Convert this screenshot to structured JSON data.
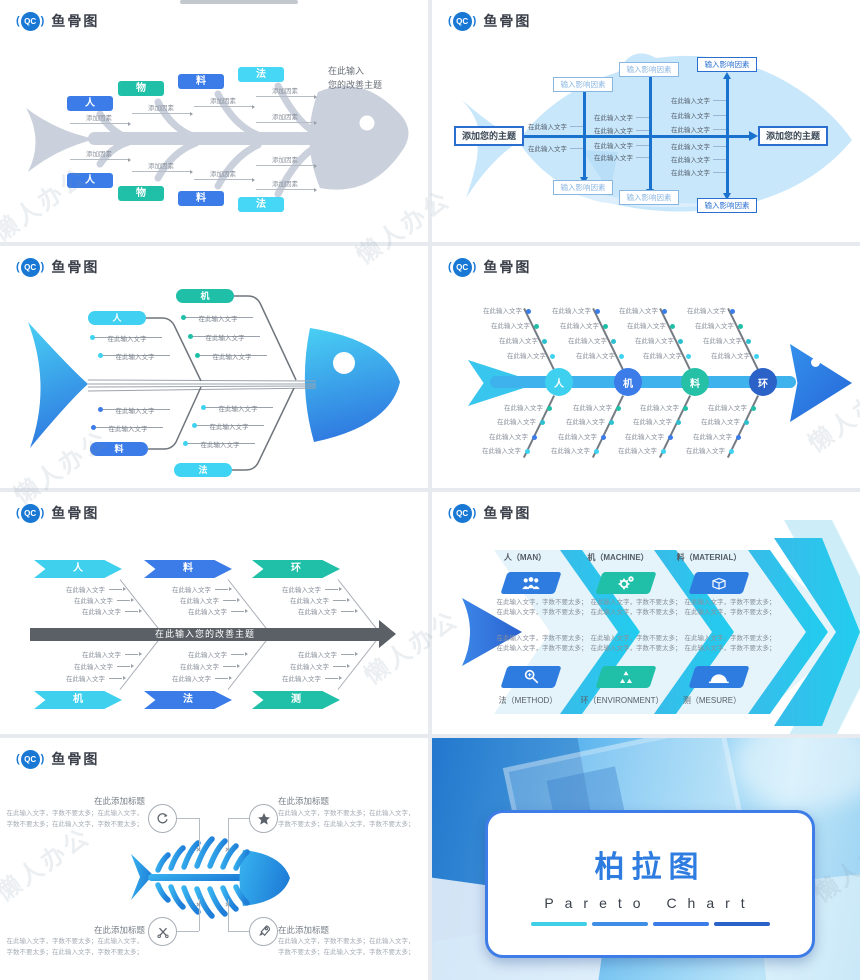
{
  "common": {
    "logo_text": "QC",
    "slide_title": "鱼骨图",
    "watermark": "懒人办公"
  },
  "texts": {
    "enter_text": "在此输入文字",
    "add_factor": "添加因素",
    "add_title": "在此添加标题",
    "input_factor": "输入影响因素",
    "add_theme": "添加您的主题",
    "theme_line1": "在此输入",
    "theme_line2": "您的改善主题",
    "improve_theme": "在此输入您的改善主题",
    "body_short": "在此输入文字，字数不要太多；在此输入文字，字数不要太多；",
    "body_long": "在此输入文字，字数不要太多；在此输入文字，字数不要太多；在此输入文字，字数不要太多；"
  },
  "slide1": {
    "top": [
      "人",
      "物",
      "料",
      "法"
    ],
    "bottom": [
      "人",
      "物",
      "料",
      "法"
    ]
  },
  "slide3": {
    "top": [
      "人",
      "机"
    ],
    "bottom": [
      "料",
      "法"
    ]
  },
  "slide4": {
    "nodes": [
      "人",
      "机",
      "料",
      "环"
    ]
  },
  "slide5": {
    "top": [
      "人",
      "料",
      "环"
    ],
    "bottom": [
      "机",
      "法",
      "测"
    ]
  },
  "slide6": {
    "top": [
      "人（MAN）",
      "机（MACHINE）",
      "料（MATERIAL）"
    ],
    "bottom": [
      "法（METHOD）",
      "环（ENVIRONMENT）",
      "测（MESURE）"
    ]
  },
  "slide8": {
    "title_cn": "柏拉图",
    "title_en": "Pareto Chart"
  },
  "icons": {
    "logo": "qc-circle-badge",
    "slide6_top": [
      "team",
      "gears",
      "package"
    ],
    "slide6_bottom": [
      "magnifier",
      "recycle",
      "protractor"
    ],
    "slide7": [
      "refresh",
      "star",
      "scissors",
      "rocket"
    ]
  },
  "colors": {
    "accent_blue": "#3b7ce8",
    "teal": "#1fbfa8",
    "cyan": "#3fd2f2",
    "dark_blue": "#2a62c8",
    "fish_gray": "#cbd1dc",
    "spine_gray": "#5b6066",
    "light_fish_blue": "#c9e7fb",
    "arrow_blue": "#1a72cf"
  }
}
